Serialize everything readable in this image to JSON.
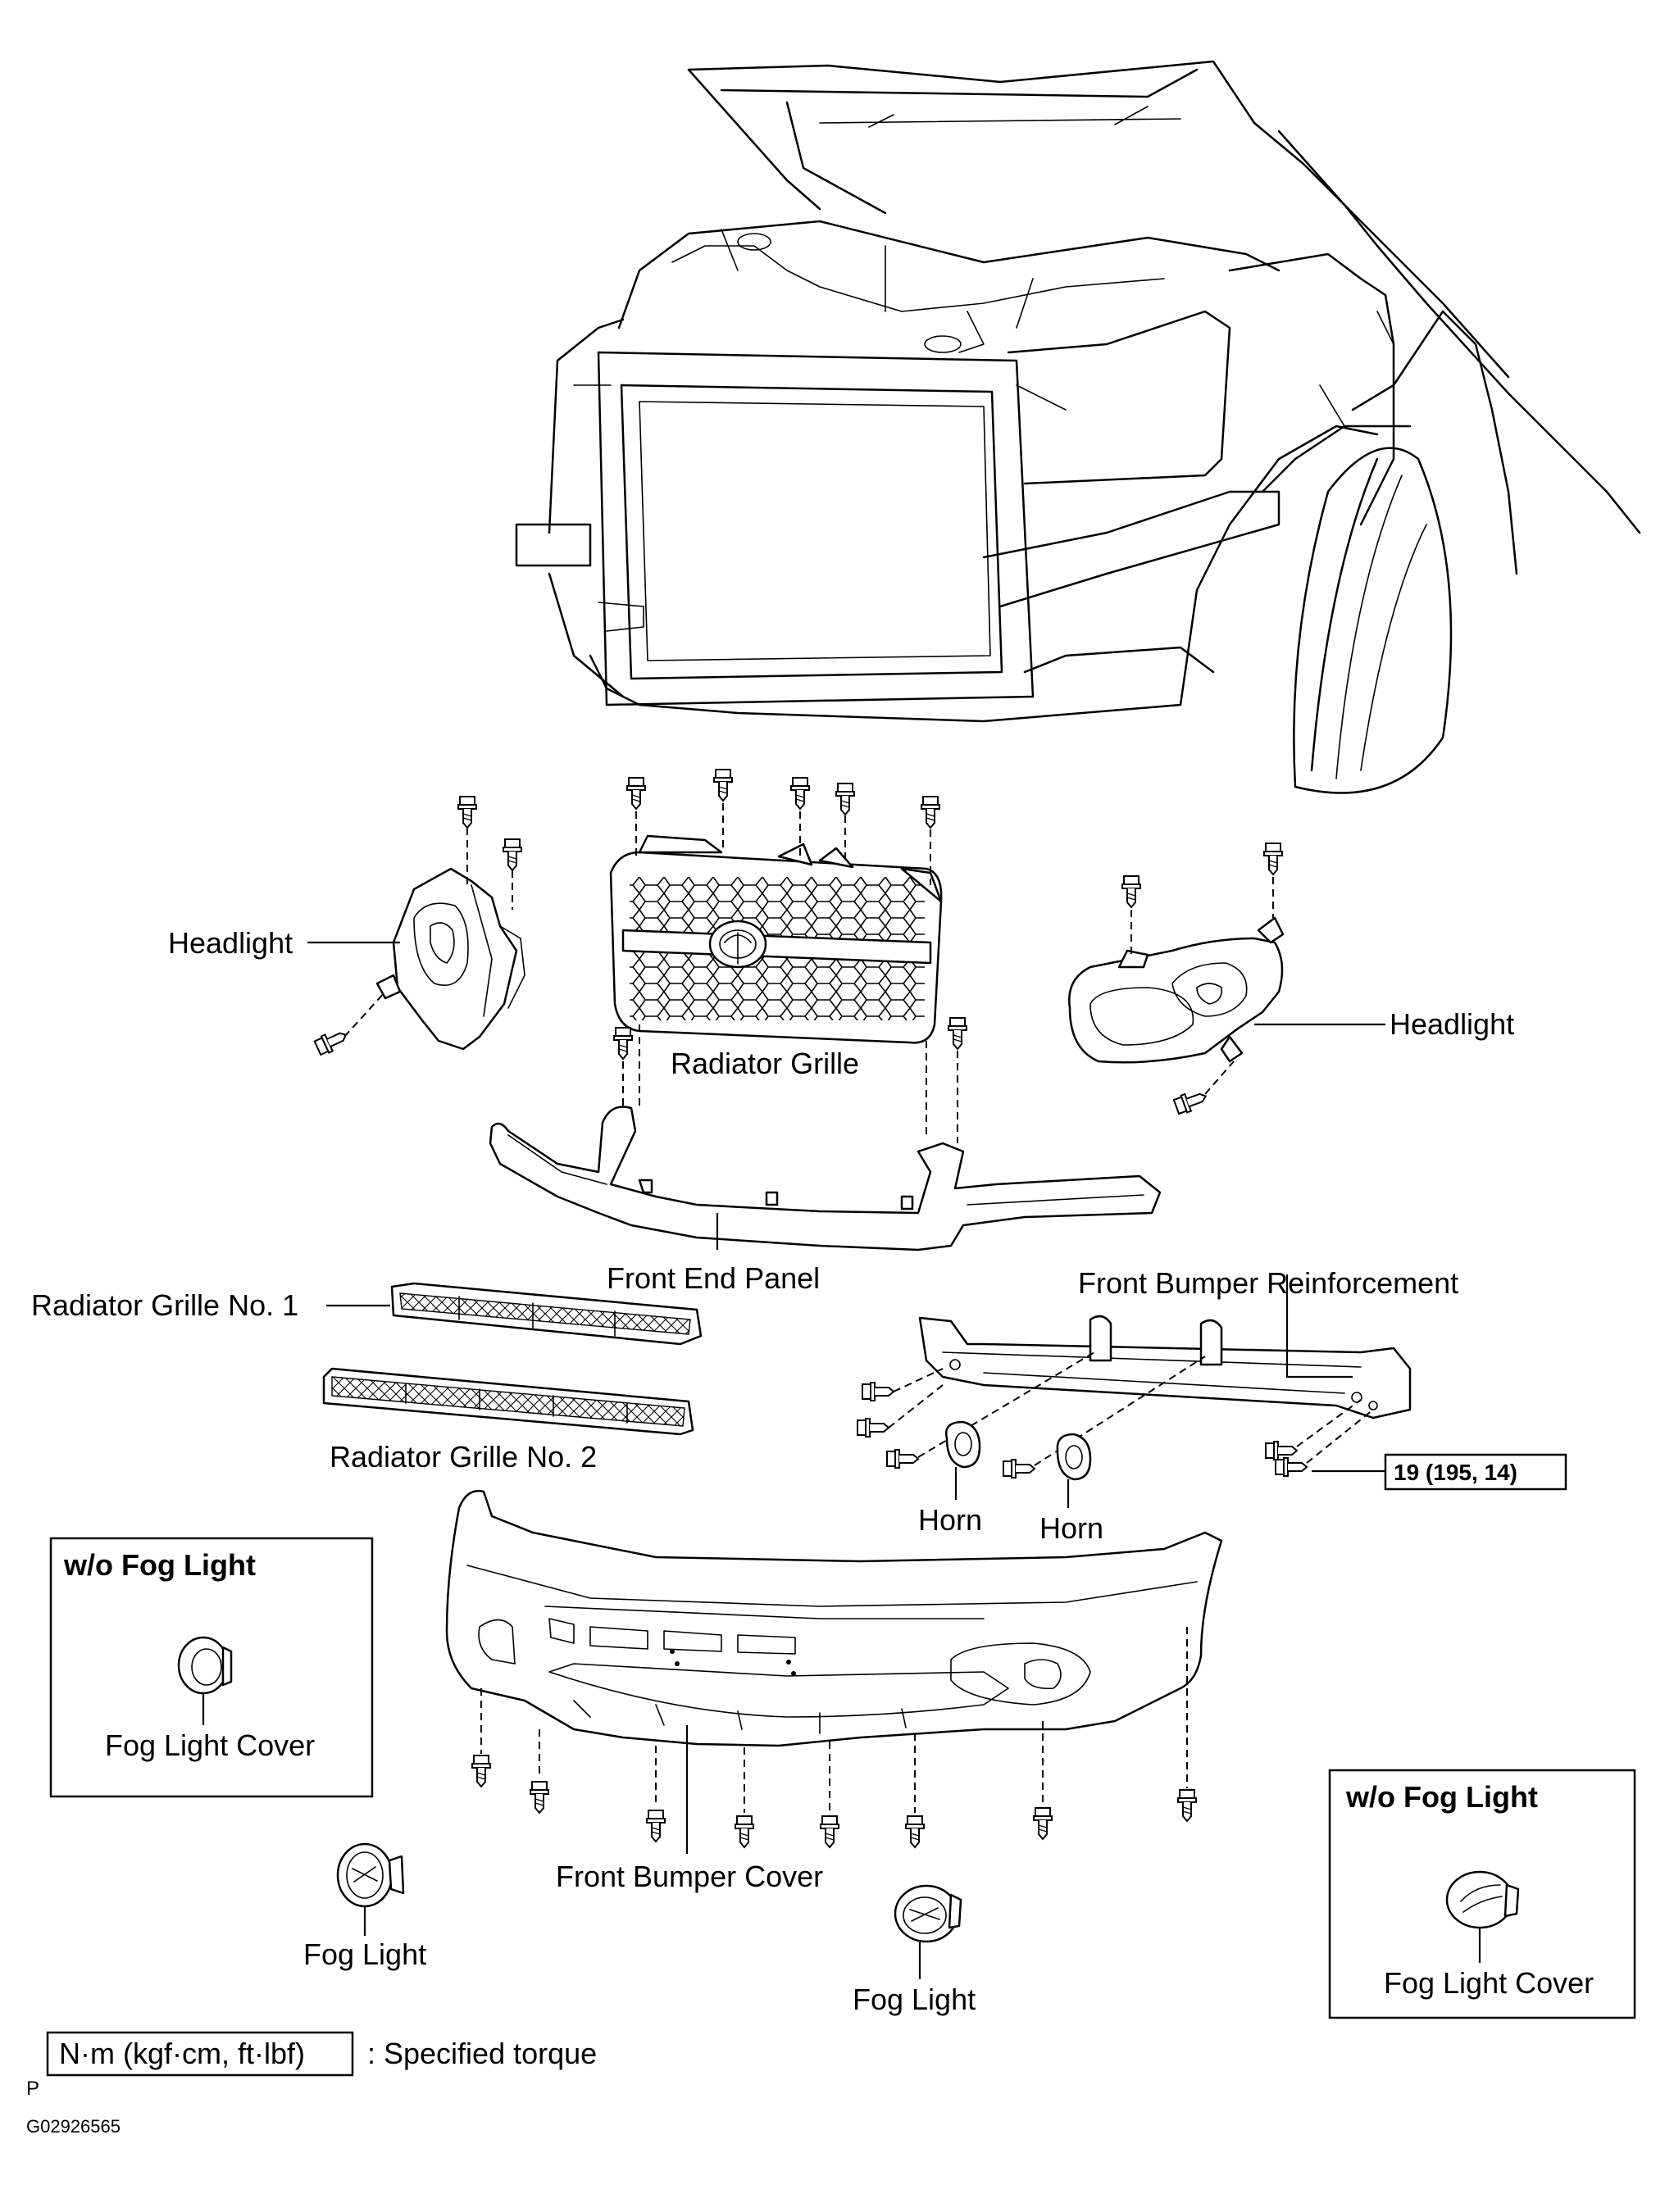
{
  "labels": {
    "headlight_left": "Headlight",
    "headlight_right": "Headlight",
    "radiator_grille": "Radiator Grille",
    "front_end_panel": "Front End Panel",
    "radiator_grille_no1": "Radiator Grille No. 1",
    "radiator_grille_no2": "Radiator Grille No. 2",
    "front_bumper_reinforcement": "Front Bumper Reinforcement",
    "horn_left": "Horn",
    "horn_right": "Horn",
    "front_bumper_cover": "Front Bumper Cover",
    "fog_light_left": "Fog Light",
    "fog_light_right": "Fog Light"
  },
  "torque_callout": "19 (195, 14)",
  "inset_left": {
    "title": "w/o Fog Light",
    "part_label": "Fog Light Cover"
  },
  "inset_right": {
    "title": "w/o Fog Light",
    "part_label": "Fog Light Cover"
  },
  "legend": {
    "unit_box": "N·m (kgf·cm, ft·lbf)",
    "description": ": Specified torque"
  },
  "footer": {
    "mark": "P",
    "figure_id": "G02926565"
  }
}
